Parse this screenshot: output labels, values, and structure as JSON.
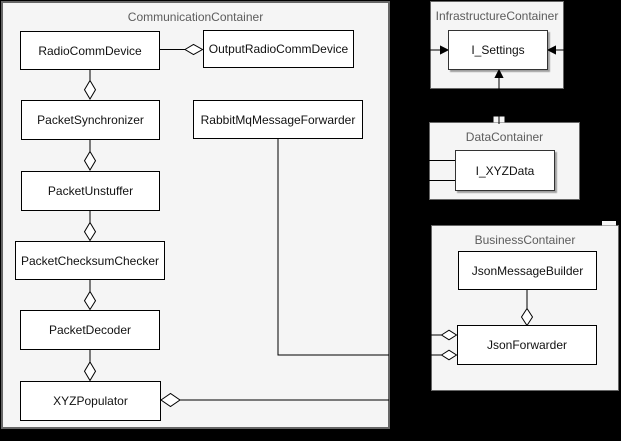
{
  "colors": {
    "canvas_bg": "#000000",
    "container_fill": "#f5f5f5",
    "container_border": "#666666",
    "container_label": "#5c5c5c",
    "node_fill": "#ffffff",
    "node_border": "#000000",
    "node_text": "#111111",
    "edge": "#000000"
  },
  "containers": {
    "communication": {
      "label": "CommunicationContainer"
    },
    "infrastructure": {
      "label": "InfrastructureContainer"
    },
    "data": {
      "label": "DataContainer"
    },
    "business": {
      "label": "BusinessContainer"
    }
  },
  "nodes": {
    "radio_comm_device": {
      "label": "RadioCommDevice"
    },
    "output_radio_comm_device": {
      "label": "OutputRadioCommDevice"
    },
    "packet_synchronizer": {
      "label": "PacketSynchronizer"
    },
    "packet_unstuffer": {
      "label": "PacketUnstuffer"
    },
    "packet_checksum_checker": {
      "label": "PacketChecksumChecker"
    },
    "packet_decoder": {
      "label": "PacketDecoder"
    },
    "xyz_populator": {
      "label": "XYZPopulator"
    },
    "rabbitmq_message_forwarder": {
      "label": "RabbitMqMessageForwarder"
    },
    "i_settings": {
      "label": "I_Settings"
    },
    "i_xyz_data": {
      "label": "I_XYZData"
    },
    "json_message_builder": {
      "label": "JsonMessageBuilder"
    },
    "json_forwarder": {
      "label": "JsonForwarder"
    }
  }
}
